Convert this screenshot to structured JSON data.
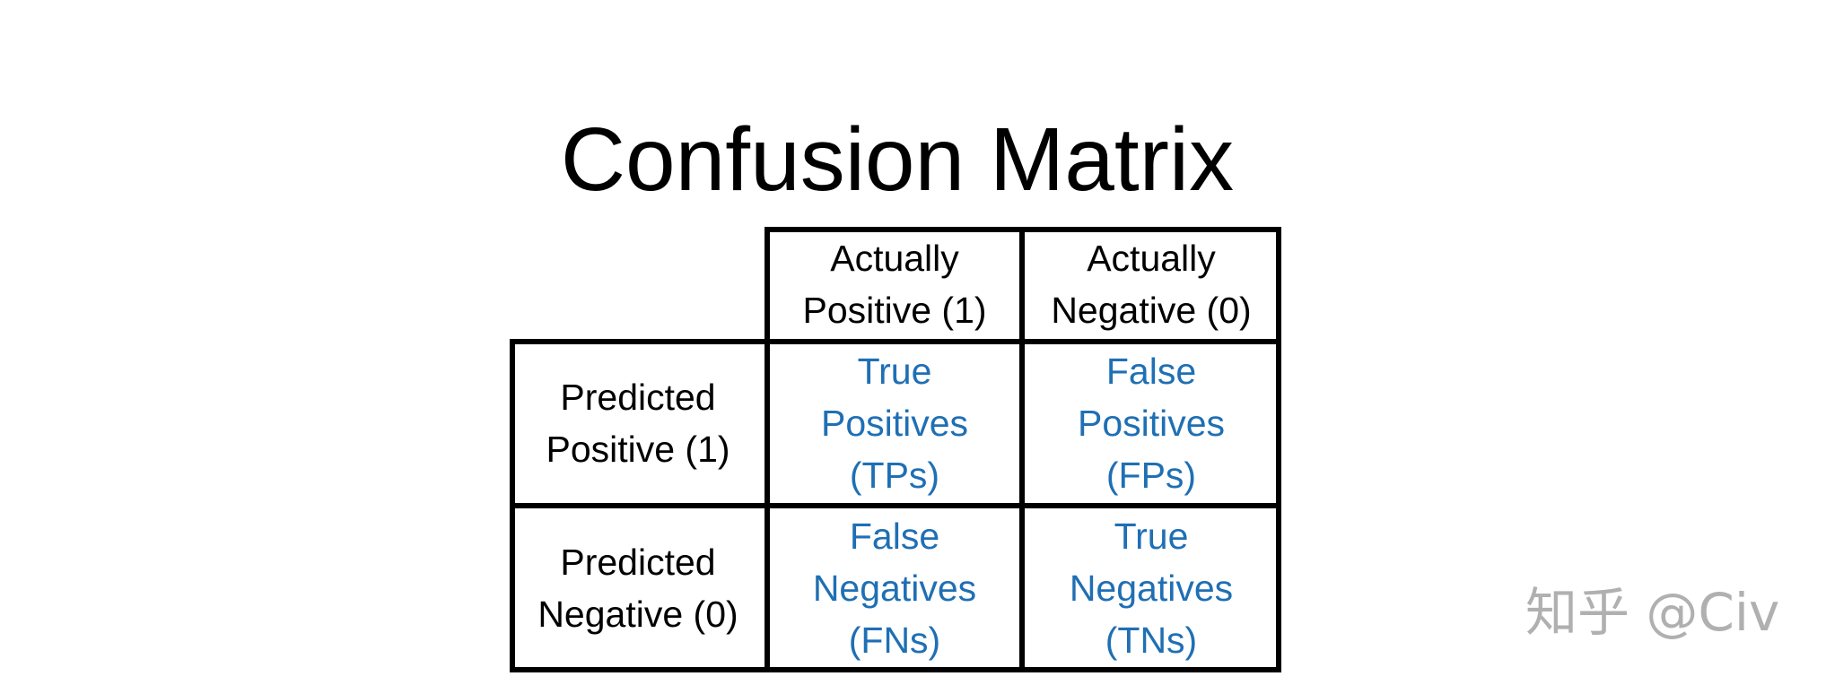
{
  "title": "Confusion Matrix",
  "columns": [
    {
      "line1": "Actually",
      "line2": "Positive (1)"
    },
    {
      "line1": "Actually",
      "line2": "Negative (0)"
    }
  ],
  "rows": [
    {
      "line1": "Predicted",
      "line2": "Positive (1)",
      "cells": [
        {
          "line1": "True",
          "line2": "Positives",
          "line3": "(TPs)"
        },
        {
          "line1": "False",
          "line2": "Positives",
          "line3": "(FPs)"
        }
      ]
    },
    {
      "line1": "Predicted",
      "line2": "Negative (0)",
      "cells": [
        {
          "line1": "False",
          "line2": "Negatives",
          "line3": "(FNs)"
        },
        {
          "line1": "True",
          "line2": "Negatives",
          "line3": "(TNs)"
        }
      ]
    }
  ],
  "watermark": "知乎 @Civ",
  "colors": {
    "header_text": "#000000",
    "value_text": "#1f6fb4",
    "border": "#000000",
    "watermark": "#b0b0b0"
  }
}
